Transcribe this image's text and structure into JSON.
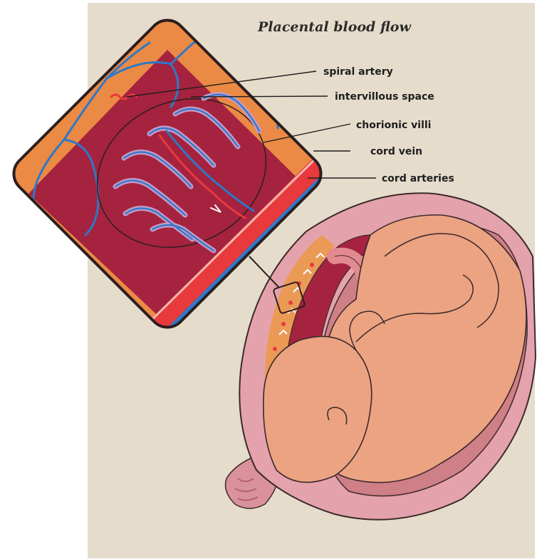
{
  "figure": {
    "title": "Placental blood flow",
    "labels": {
      "spiral_artery": "spiral artery",
      "intervillous_space": "intervillous space",
      "chorionic_villi": "chorionic villi",
      "cord_vein": "cord vein",
      "cord_arteries": "cord arteries"
    }
  },
  "colors": {
    "panel_background": "#e6dccc",
    "maternal_tissue": "#e7a77e",
    "decidua_orange": "#eb8a45",
    "blood_space": "#a5233f",
    "arterial_red": "#e8393d",
    "venous_blue": "#2d79c7",
    "villus_lilac": "#c39ac9",
    "fetal_skin": "#eca382",
    "uterine_wall": "#e4a2ad",
    "outline": "#3b2a2a"
  }
}
